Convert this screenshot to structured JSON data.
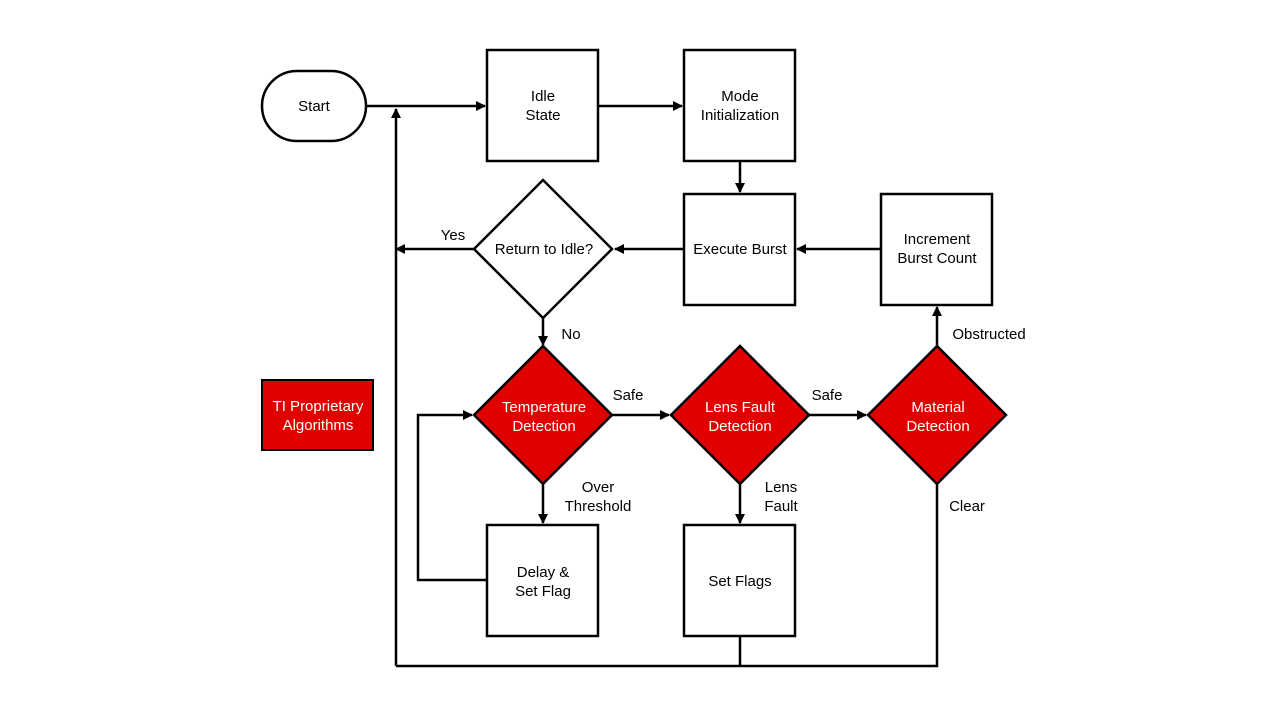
{
  "colors": {
    "stroke": "#000000",
    "process_fill": "#ffffff",
    "proprietary_fill": "#e00000",
    "proprietary_text": "#ffffff"
  },
  "nodes": {
    "start": {
      "line1": "Start"
    },
    "idle": {
      "line1": "Idle",
      "line2": "State"
    },
    "mode_init": {
      "line1": "Mode",
      "line2": "Initialization"
    },
    "execute_burst": {
      "line1": "Execute Burst"
    },
    "increment_burst": {
      "line1": "Increment",
      "line2": "Burst Count"
    },
    "return_idle": {
      "line1": "Return to Idle?"
    },
    "temperature": {
      "line1": "Temperature",
      "line2": "Detection"
    },
    "lens_fault": {
      "line1": "Lens Fault",
      "line2": "Detection"
    },
    "material": {
      "line1": "Material",
      "line2": "Detection"
    },
    "delay": {
      "line1": "Delay &",
      "line2": "Set Flag"
    },
    "set_flags": {
      "line1": "Set Flags"
    }
  },
  "edge_labels": {
    "yes": "Yes",
    "no": "No",
    "safe_1": "Safe",
    "safe_2": "Safe",
    "obstructed": "Obstructed",
    "over_threshold_1": "Over",
    "over_threshold_2": "Threshold",
    "lens_fault_1": "Lens",
    "lens_fault_2": "Fault",
    "clear": "Clear"
  },
  "legend": {
    "line1": "TI Proprietary",
    "line2": "Algorithms"
  }
}
